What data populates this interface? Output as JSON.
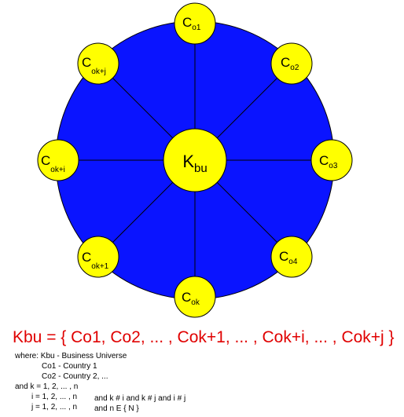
{
  "diagram": {
    "colors": {
      "outer_circle": "#0a14ff",
      "node_fill": "#ffff00",
      "line": "#000000",
      "formula": "#e00000"
    },
    "center": {
      "base": "K",
      "sub": "bu"
    },
    "nodes": [
      {
        "id": "co1",
        "base": "C",
        "sub": "o1"
      },
      {
        "id": "co2",
        "base": "C",
        "sub": "o2"
      },
      {
        "id": "co3",
        "base": "C",
        "sub": "o3"
      },
      {
        "id": "co4",
        "base": "C",
        "sub": "o4"
      },
      {
        "id": "cok",
        "base": "C",
        "sub": "ok"
      },
      {
        "id": "cok-plus-1",
        "base": "C",
        "sub": "ok+1"
      },
      {
        "id": "cok-plus-i",
        "base": "C",
        "sub": "ok+i"
      },
      {
        "id": "cok-plus-j",
        "base": "C",
        "sub": "ok+j"
      }
    ]
  },
  "formula": "Kbu = { Co1, Co2, ... , Cok+1, ... , Cok+i, ... , Cok+j }",
  "legend": {
    "where_line": "where: Kbu - Business Universe",
    "co1_line": "Co1 - Country 1",
    "co2_line": "Co2 - Country 2, ...",
    "k_line": "and k = 1, 2, ... , n",
    "i_line": "i = 1, 2, ... , n",
    "i_cond": "and k # i and k # j and i # j",
    "j_line": "j = 1, 2, ... , n",
    "j_cond": "and n E { N }"
  }
}
